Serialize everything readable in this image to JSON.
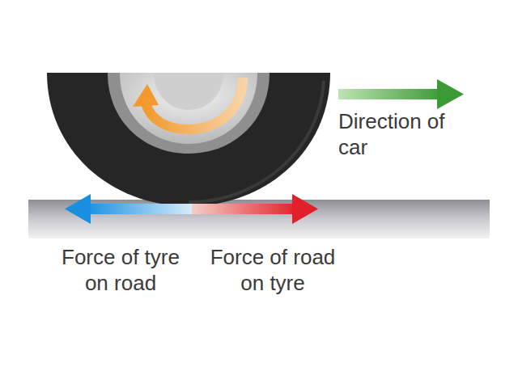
{
  "diagram": {
    "labels": [
      "Direction of car",
      "Force of tyre on road",
      "Force of road on tyre"
    ]
  }
}
